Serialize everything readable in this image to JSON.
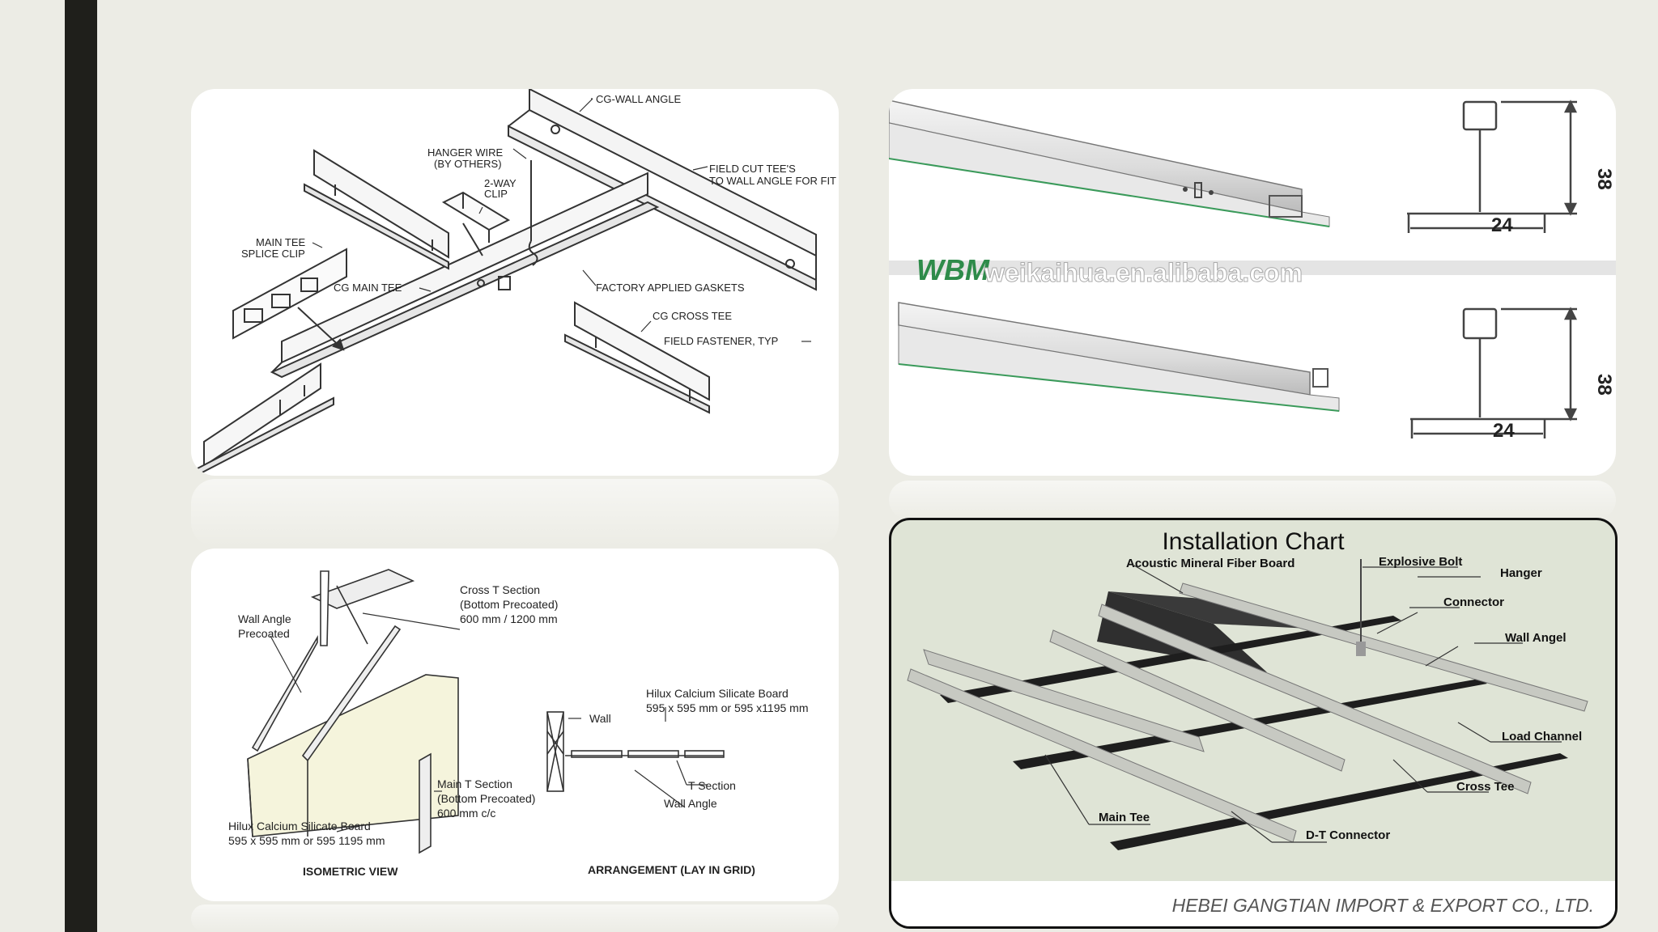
{
  "panel1": {
    "labels": {
      "cg_wall_angle": "CG-WALL ANGLE",
      "hanger_wire_1": "HANGER WIRE",
      "hanger_wire_2": "(BY OTHERS)",
      "two_way_1": "2-WAY",
      "two_way_2": "CLIP",
      "field_cut_1": "FIELD CUT TEE'S",
      "field_cut_2": "TO WALL ANGLE FOR FIT",
      "main_tee_splice_1": "MAIN TEE",
      "main_tee_splice_2": "SPLICE CLIP",
      "cg_main_tee": "CG MAIN TEE",
      "factory_gaskets": "FACTORY APPLIED GASKETS",
      "cg_cross_tee": "CG CROSS TEE",
      "field_fastener": "FIELD FASTENER, TYP"
    }
  },
  "panel2": {
    "dim_height_top": "38",
    "dim_width_top": "24",
    "dim_height_bottom": "38",
    "dim_width_bottom": "24",
    "watermark_logo": "WBM",
    "watermark_url": "weikaihua.en.alibaba.com"
  },
  "panel3": {
    "labels": {
      "cross_t_1": "Cross T Section",
      "cross_t_2": "(Bottom Precoated)",
      "cross_t_3": "600 mm / 1200 mm",
      "wall_angle_1": "Wall Angle",
      "wall_angle_2": "Precoated",
      "hilux_right_1": "Hilux Calcium Silicate Board",
      "hilux_right_2": "595 x 595 mm or 595 x1195 mm",
      "wall": "Wall",
      "main_t_1": "Main T Section",
      "main_t_2": "(Bottom Precoated)",
      "main_t_3": "600 mm c/c",
      "t_section": "T Section",
      "wall_angle_arr": "Wall Angle",
      "hilux_left_1": "Hilux Calcium Silicate Board",
      "hilux_left_2": "595 x 595 mm or 595 1195 mm",
      "isometric_view": "ISOMETRIC VIEW",
      "arrangement": "ARRANGEMENT (LAY IN GRID)"
    }
  },
  "panel4": {
    "title": "Installation Chart",
    "labels": {
      "fiber_board": "Acoustic Mineral Fiber Board",
      "explosive_bolt": "Explosive Bolt",
      "hanger": "Hanger",
      "connector": "Connector",
      "wall_angel": "Wall Angel",
      "load_channel": "Load Channel",
      "cross_tee": "Cross Tee",
      "main_tee": "Main Tee",
      "dt_connector": "D-T Connector"
    },
    "footer": "HEBEI GANGTIAN IMPORT & EXPORT CO., LTD."
  }
}
